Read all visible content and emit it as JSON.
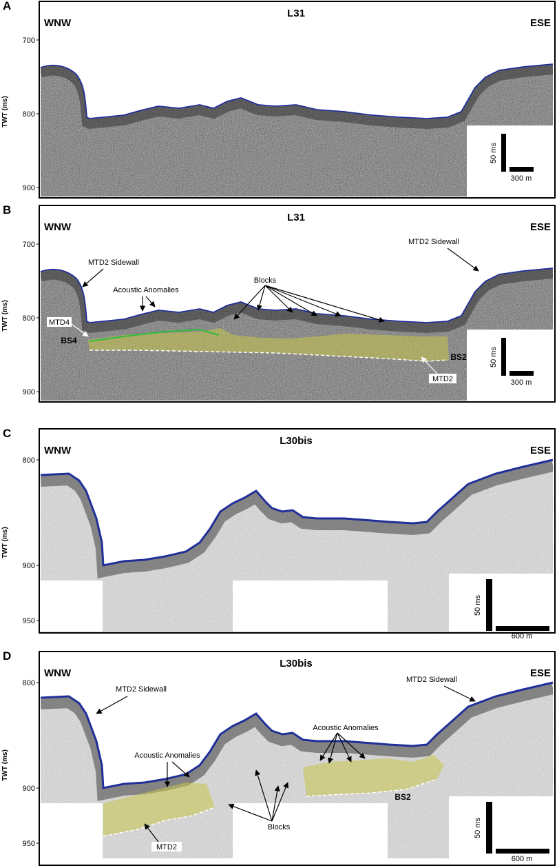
{
  "panels": [
    {
      "id": "A",
      "line": "L31",
      "left_dir": "WNW",
      "right_dir": "ESE",
      "y_axis_label": "TWT (ms)",
      "y_ticks": [
        "700",
        "800",
        "900"
      ],
      "scale_vertical": "50 ms",
      "scale_horizontal": "300 m"
    },
    {
      "id": "B",
      "line": "L31",
      "left_dir": "WNW",
      "right_dir": "ESE",
      "y_axis_label": "TWT (ms)",
      "y_ticks": [
        "700",
        "800",
        "900"
      ],
      "scale_vertical": "50 ms",
      "scale_horizontal": "300 m",
      "annotations": {
        "mtd2_sidewall_left": "MTD2 Sidewall",
        "mtd2_sidewall_right": "MTD2 Sidewall",
        "acoustic_anomalies": "Acoustic Anomalies",
        "blocks": "Blocks",
        "mtd4": "MTD4",
        "bs4": "BS4",
        "bs2": "BS2",
        "mtd2": "MTD2"
      }
    },
    {
      "id": "C",
      "line": "L30bis",
      "left_dir": "WNW",
      "right_dir": "ESE",
      "y_axis_label": "TWT (ms)",
      "y_ticks": [
        "800",
        "900",
        "950"
      ],
      "scale_vertical": "50 ms",
      "scale_horizontal": "600 m"
    },
    {
      "id": "D",
      "line": "L30bis",
      "left_dir": "WNW",
      "right_dir": "ESE",
      "y_axis_label": "TWT (ms)",
      "y_ticks": [
        "800",
        "900",
        "950"
      ],
      "scale_vertical": "50 ms",
      "scale_horizontal": "600 m",
      "annotations": {
        "mtd2_sidewall_left": "MTD2 Sidewall",
        "mtd2_sidewall_right": "MTD2 Sidewall",
        "acoustic_anomalies_left": "Acoustic Anomalies",
        "acoustic_anomalies_right": "Acoustic Anomalies",
        "blocks": "Blocks",
        "bs2": "BS2",
        "mtd2": "MTD2"
      }
    }
  ],
  "colors": {
    "seafloor": "#1f2f9a",
    "mtd2_fill": "#c8c44a",
    "mtd4_line": "#2fbf3a",
    "base_dash": "#ffffff"
  }
}
